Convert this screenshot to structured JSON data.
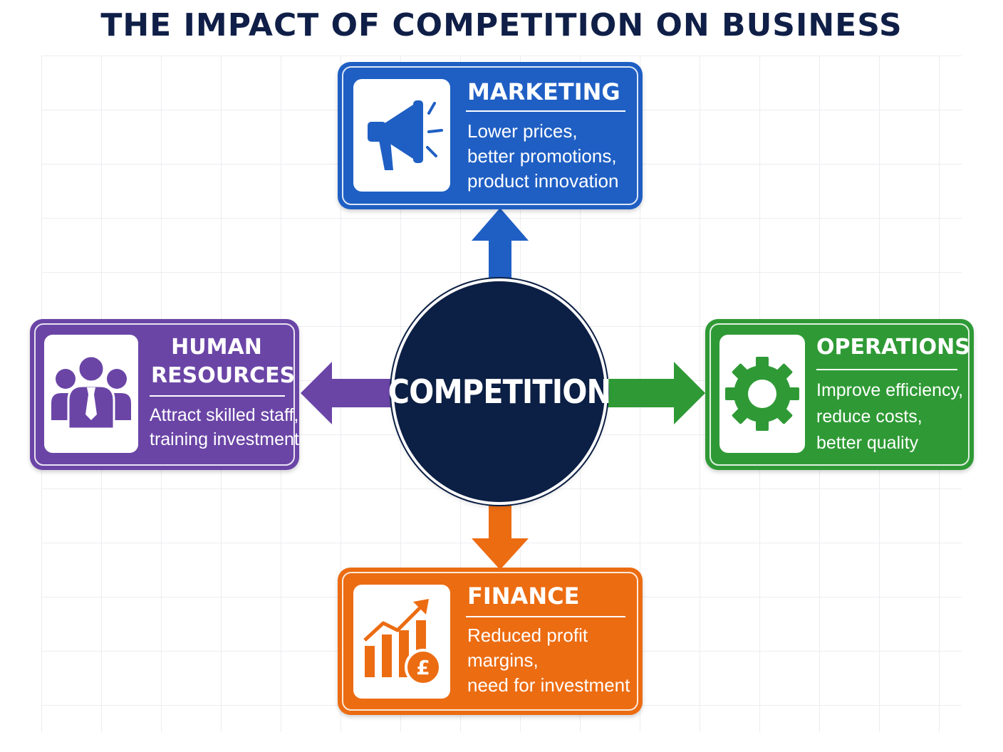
{
  "title": "THE IMPACT OF COMPETITION ON BUSINESS",
  "center": {
    "label": "COMPETITION",
    "color": "#0c1f44"
  },
  "nodes": {
    "marketing": {
      "title": "MARKETING",
      "description": "Lower prices,\nbetter promotions,\nproduct innovation",
      "color": "#1f5fc4",
      "icon": "megaphone-icon"
    },
    "human_resources": {
      "title": "HUMAN\nRESOURCES",
      "description": "Attract skilled staff,\ntraining investment",
      "color": "#6a45a6",
      "icon": "people-team-icon"
    },
    "operations": {
      "title": "OPERATIONS",
      "description": "Improve efficiency,\nreduce costs,\nbetter quality",
      "color": "#2f9a35",
      "icon": "gear-icon"
    },
    "finance": {
      "title": "FINANCE",
      "description": "Reduced profit\nmargins,\nneed for investment",
      "color": "#ec6c12",
      "icon": "chart-pound-icon"
    }
  },
  "edges": [
    {
      "from": "COMPETITION",
      "to": "MARKETING"
    },
    {
      "from": "COMPETITION",
      "to": "HUMAN RESOURCES"
    },
    {
      "from": "COMPETITION",
      "to": "OPERATIONS"
    },
    {
      "from": "COMPETITION",
      "to": "FINANCE"
    }
  ]
}
